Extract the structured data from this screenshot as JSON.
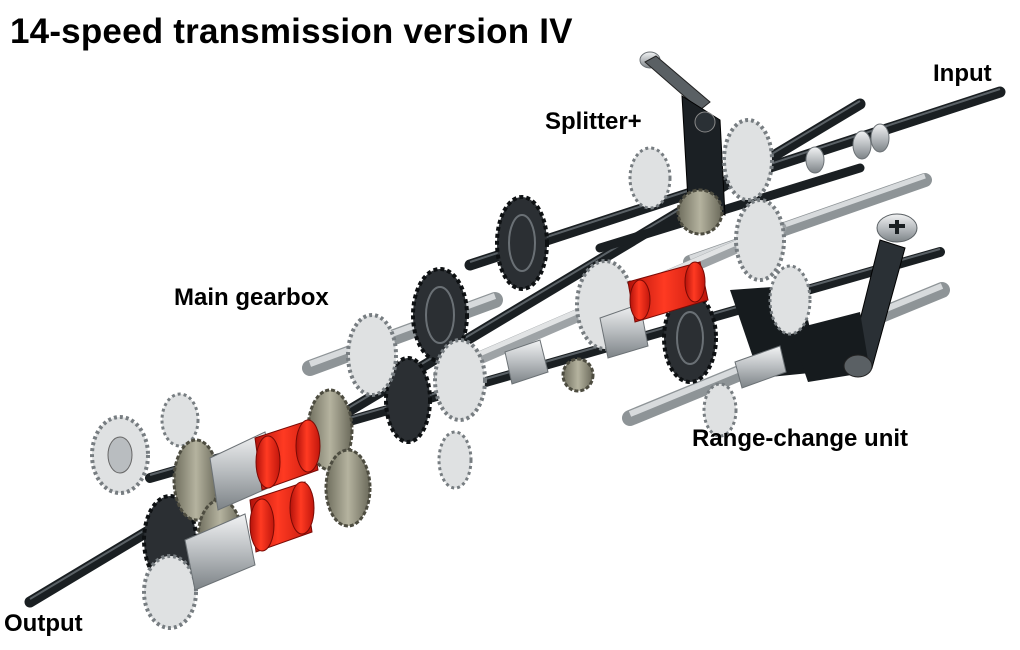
{
  "title": "14-speed transmission version IV",
  "labels": {
    "input": "Input",
    "splitter": "Splitter+",
    "main_gearbox": "Main gearbox",
    "range_change_unit": "Range-change unit",
    "output": "Output"
  },
  "colors": {
    "axle_black": "#1c2226",
    "light_gray": "#cfd2d4",
    "mid_gray": "#9aa0a3",
    "dark_tan": "#8b8a78",
    "red_clutch": "#e8251a",
    "black_gear": "#2b2f33"
  }
}
